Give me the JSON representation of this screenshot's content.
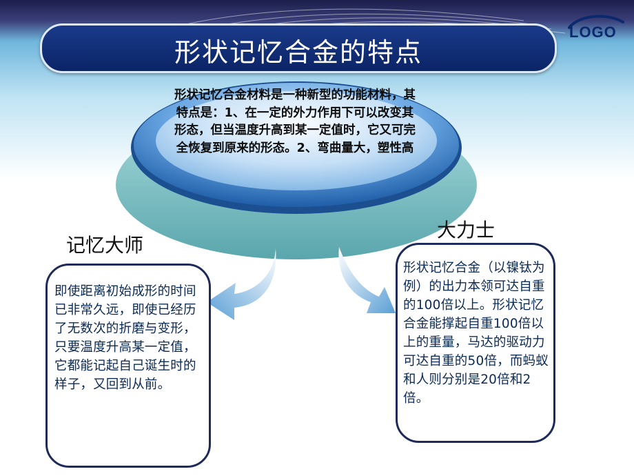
{
  "header": {
    "title": "形状记忆合金的特点",
    "logo_text": "LOGO"
  },
  "center": {
    "text": "形状记忆合金材料是一种新型的功能材料，其特点是：1、在一定的外力作用下可以改变其形态，但当温度升高到某一定值时，它又可完全恢复到原来的形态。2、弯曲量大，塑性高"
  },
  "left_panel": {
    "label": "记忆大师",
    "text": "即使距离初始成形的时间已非常久远，即使已经历了无数次的折磨与变形，只要温度升高某一定值，它都能记起自己诞生时的样子，又回到从前。"
  },
  "right_panel": {
    "label": "大力士",
    "text": "形状记忆合金（以镍钛为例）的出力本领可达自重的100倍以上。形状记忆合金能撑起自重100倍以上的重量，马达的驱动力可达自重的50倍，而蚂蚁和人则分别是20倍和2倍。"
  },
  "colors": {
    "title_bar": "#0b2466",
    "disk_top": "#2f6db5",
    "disk_base": "#7fc3c9",
    "card_border": "#1e2a5a",
    "card_text": "#0b2a55",
    "arrow": "#6aaad8"
  }
}
